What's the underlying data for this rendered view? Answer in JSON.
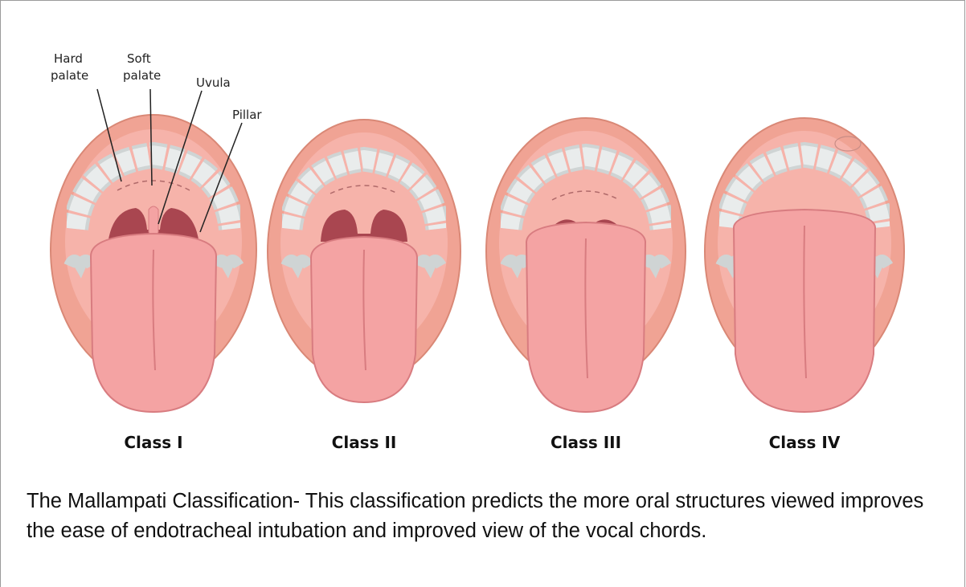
{
  "labels": {
    "hard_palate_line1": "Hard",
    "hard_palate_line2": "palate",
    "soft_palate_line1": "Soft",
    "soft_palate_line2": "palate",
    "uvula": "Uvula",
    "pillar": "Pillar"
  },
  "classes": [
    "Class I",
    "Class II",
    "Class III",
    "Class IV"
  ],
  "caption": "The Mallampati Classification- This classification predicts the more oral structures viewed improves the ease of endotracheal intubation and improved view of the vocal chords.",
  "colors": {
    "lip": "#f0a394",
    "lip_edge": "#d98876",
    "palate": "#f6b3aa",
    "throat": "#a94650",
    "tongue": "#f4a3a3",
    "tongue_edge": "#d87c80",
    "teeth": "#dfe2e2"
  }
}
